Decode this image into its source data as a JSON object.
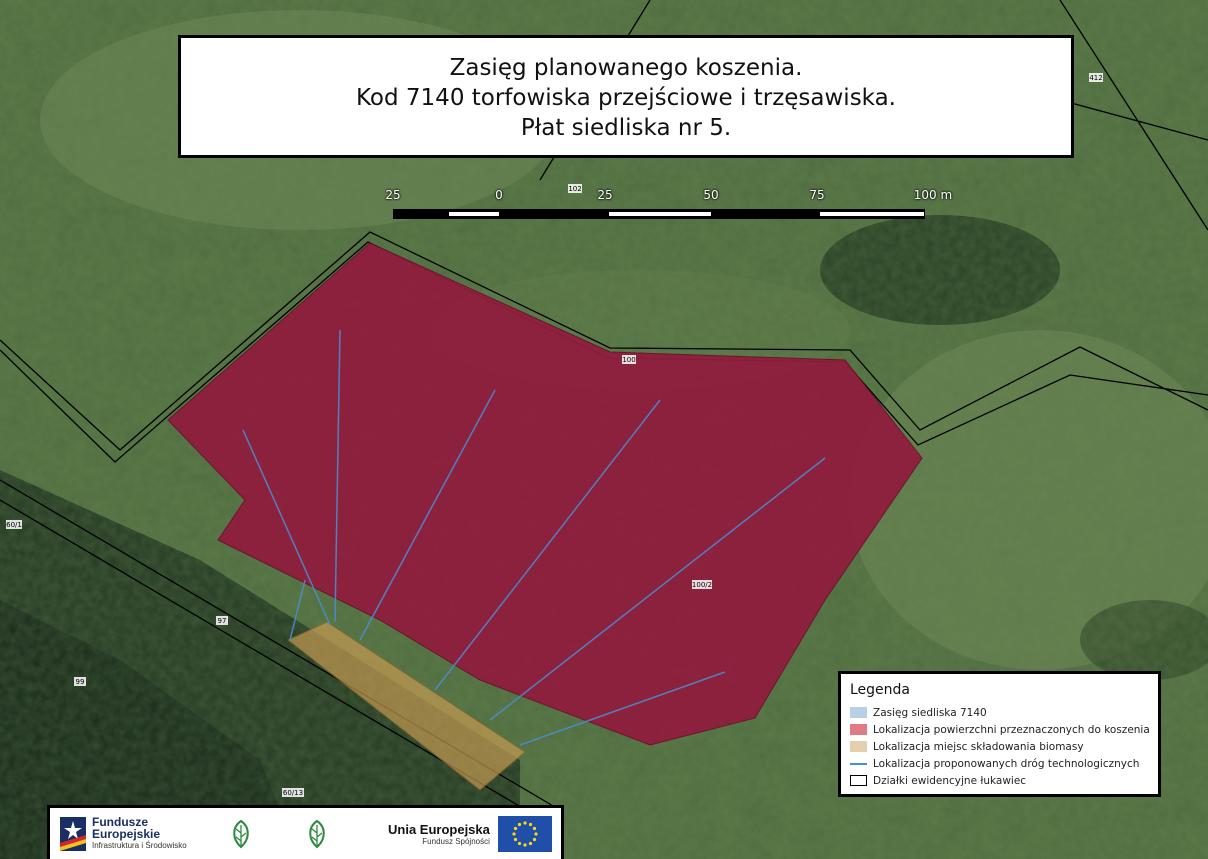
{
  "title": {
    "line1": "Zasięg planowanego koszenia.",
    "line2": "Kod 7140 torfowiska przejściowe i trzęsawiska.",
    "line3": "Płat siedliska nr 5."
  },
  "scale_bar": {
    "labels": [
      "25",
      "0",
      "25",
      "50",
      "75",
      "100 m"
    ]
  },
  "legend": {
    "title": "Legenda",
    "items": [
      {
        "label": "Zasięg siedliska 7140",
        "color": "#b8d0e6",
        "kind": "fill"
      },
      {
        "label": "Lokalizacja powierzchni przeznaczonych do koszenia",
        "color": "#e07b84",
        "kind": "fill"
      },
      {
        "label": "Lokalizacja miejsc składowania biomasy",
        "color": "#e5cfae",
        "kind": "fill"
      },
      {
        "label": "Lokalizacja proponowanych dróg technologicznych",
        "color": "#4a8fd6",
        "kind": "line"
      },
      {
        "label": "Działki ewidencyjne łukawiec",
        "color": "#ffffff",
        "kind": "outline"
      }
    ]
  },
  "parcel_labels": [
    "412",
    "102",
    "100",
    "100/2",
    "97",
    "99",
    "60/1",
    "60/13"
  ],
  "footer": {
    "fe_name_1": "Fundusze",
    "fe_name_2": "Europejskie",
    "fe_sub": "Infrastruktura i Środowisko",
    "eu_name": "Unia Europejska",
    "eu_sub": "Fundusz Spójności"
  },
  "colors": {
    "mowing_area": "#8f1a3a",
    "biomass_area": "#c49a52",
    "roads": "#4a8fd6"
  }
}
